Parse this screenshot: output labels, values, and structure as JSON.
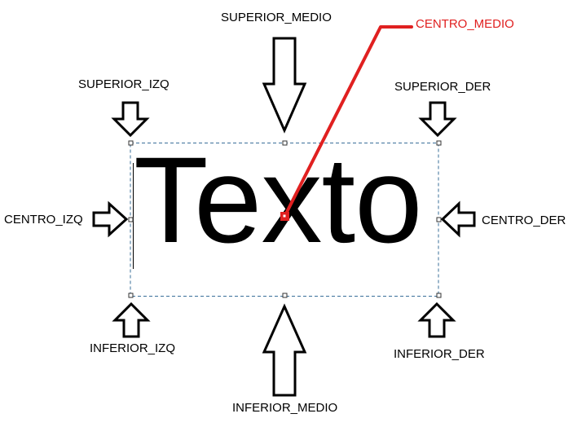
{
  "main_text": "Texto",
  "labels": {
    "superior_izq": "SUPERIOR_IZQ",
    "superior_medio": "SUPERIOR_MEDIO",
    "superior_der": "SUPERIOR_DER",
    "centro_izq": "CENTRO_IZQ",
    "centro_medio": "CENTRO_MEDIO",
    "centro_der": "CENTRO_DER",
    "inferior_izq": "INFERIOR_IZQ",
    "inferior_medio": "INFERIOR_MEDIO",
    "inferior_der": "INFERIOR_DER"
  },
  "colors": {
    "highlight": "#e02020",
    "bounding_box": "#3a6f9a",
    "arrow": "#000000"
  }
}
